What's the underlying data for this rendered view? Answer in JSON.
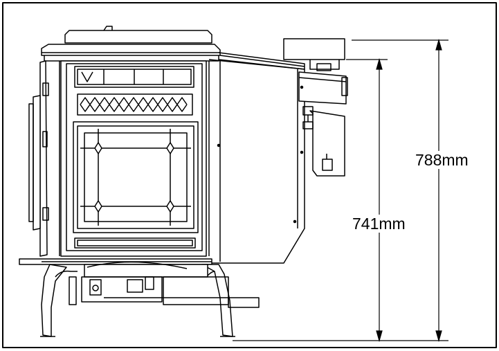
{
  "dimensions": {
    "overall_height": {
      "value": 788,
      "unit": "mm",
      "label": "788mm"
    },
    "flue_height": {
      "value": 741,
      "unit": "mm",
      "label": "741mm"
    }
  },
  "colors": {
    "line": "#000000",
    "background": "#ffffff"
  }
}
